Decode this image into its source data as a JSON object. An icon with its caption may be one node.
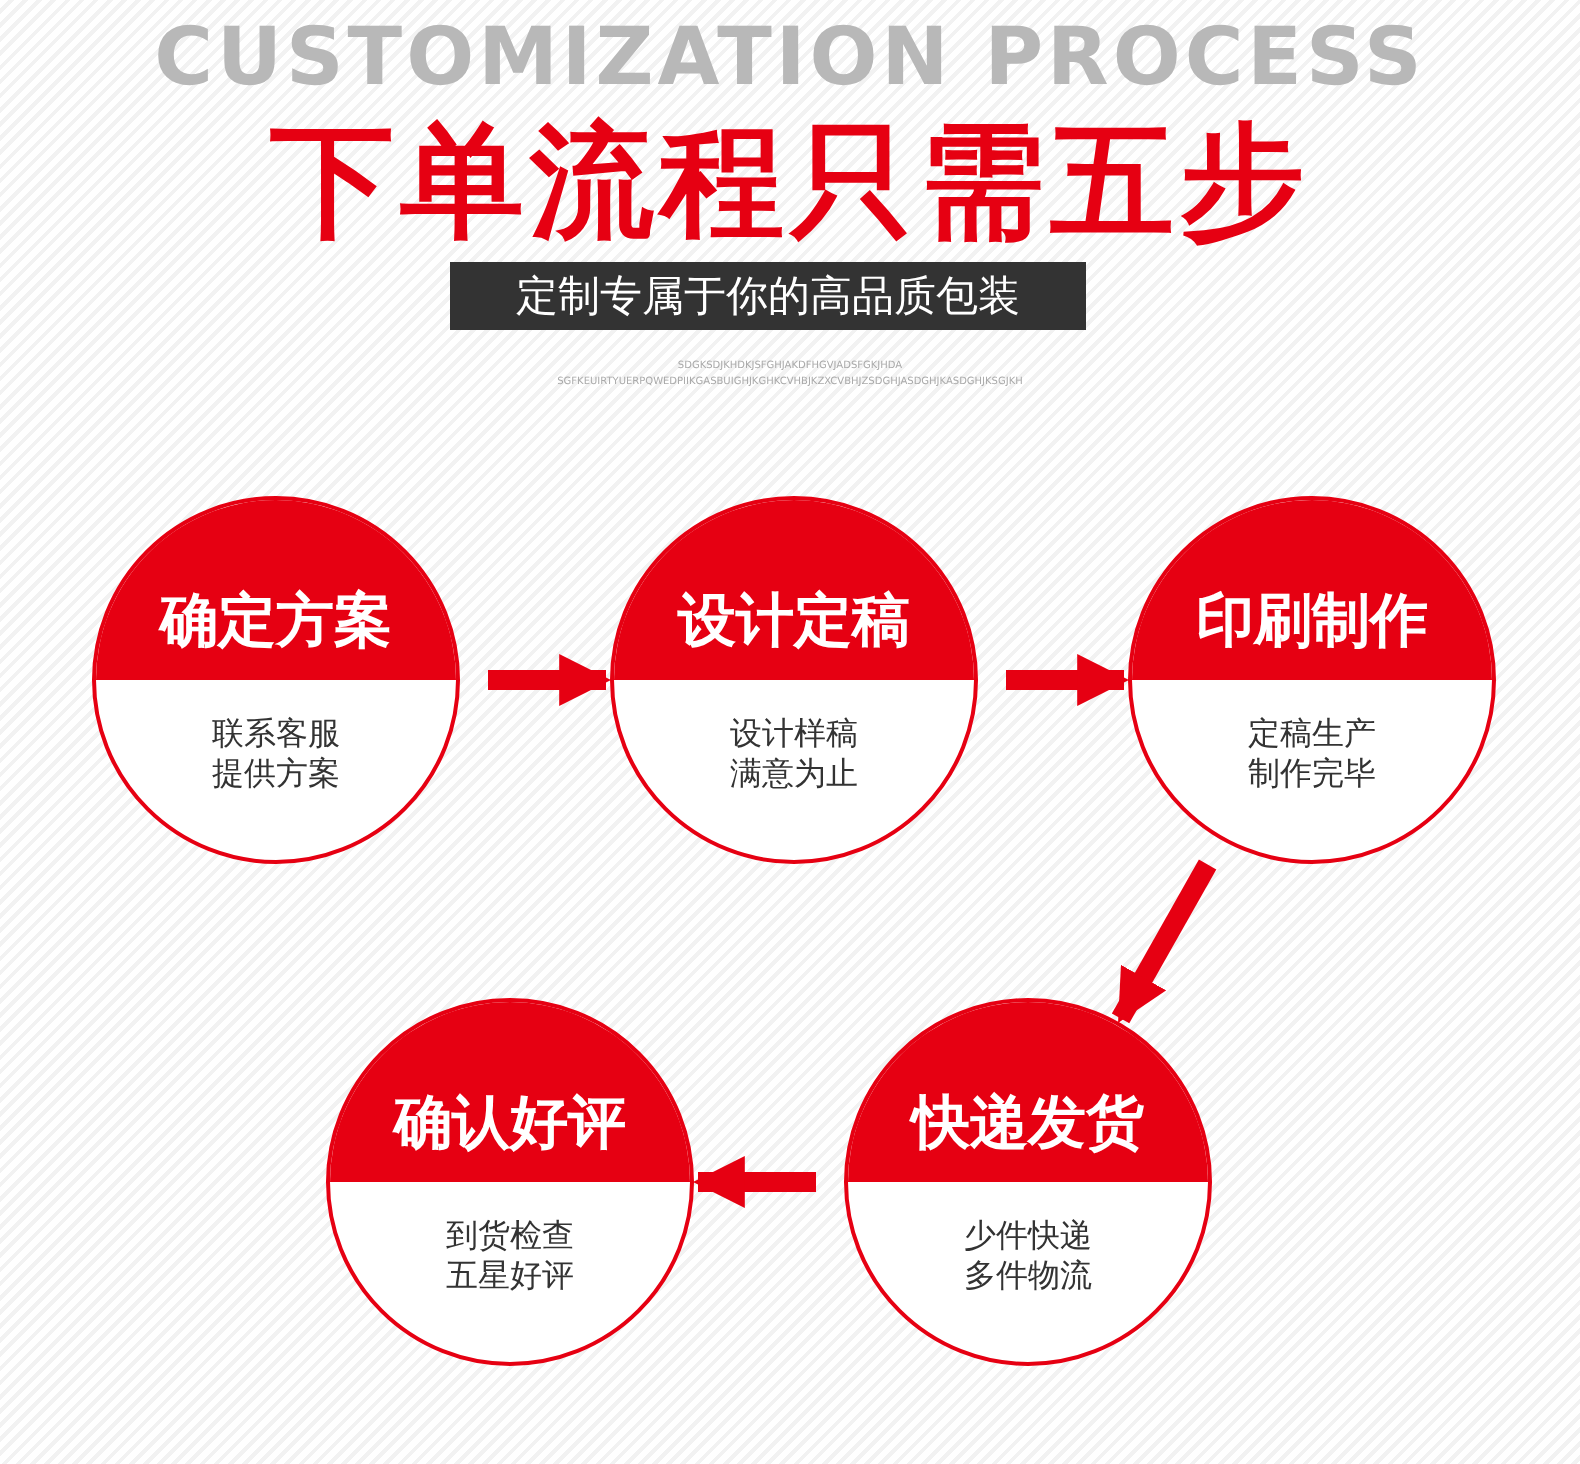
{
  "diagram": {
    "title": "下单流程只需五步",
    "nodes": [
      {
        "text": [
          "确定方案",
          "联系客服提供方案"
        ]
      },
      {
        "text": [
          "设计定稿",
          "设计样稿满意为止"
        ]
      },
      {
        "text": [
          "印刷制作",
          "定稿生产制作完毕"
        ]
      },
      {
        "text": [
          "确认好评",
          "到货检查五星好评"
        ]
      },
      {
        "text": [
          "快递发货",
          "少件快递多件物流"
        ]
      }
    ],
    "edges": [
      {
        "from": 0,
        "to": 1,
        "arrow": "to"
      },
      {
        "from": 1,
        "to": 2,
        "arrow": "to"
      },
      {
        "from": 2,
        "to": 4,
        "arrow": "to"
      },
      {
        "from": 4,
        "to": 3,
        "arrow": "to"
      }
    ],
    "labels": [
      "CUSTOMIZATION PROCESS",
      "定制专属于你的高品质包装",
      "SDGKSDJKHDKJSFGHJAKDFHGVJADSFGKJHDA",
      "SGFKEUIRTYUERPQWEDPIIKGASBUIGHJKGHKCVHBJKZXCVBHJZSDGHJASDGHJKASDGHJKSGJKH"
    ]
  }
}
